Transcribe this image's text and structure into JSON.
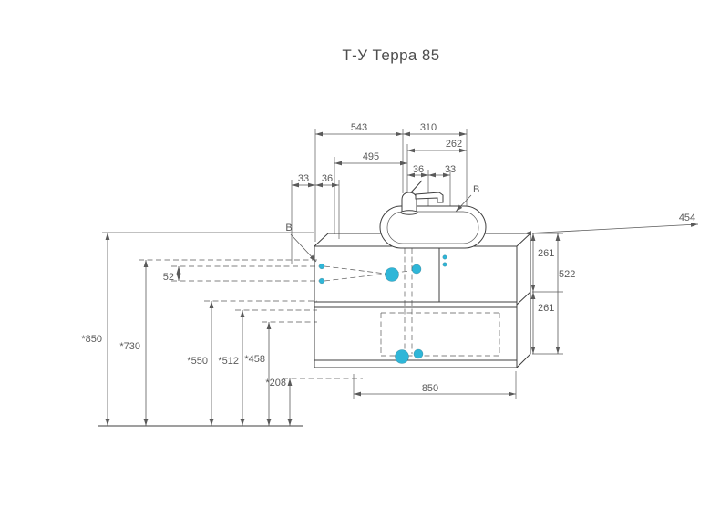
{
  "title": "Т-У Терра 85",
  "colors": {
    "accent": "#2fb6d8",
    "line": "#3f3f3f",
    "dim": "#5a5a5a"
  },
  "view_labels": {
    "left": "B",
    "right": "B"
  },
  "dims": {
    "w543": "543",
    "w310": "310",
    "w262": "262",
    "w495": "495",
    "f36": "36",
    "f33": "33",
    "l33": "33",
    "l36": "36",
    "depth454": "454",
    "r261a": "261",
    "r522": "522",
    "r261b": "261",
    "g52": "52",
    "h850": "*850",
    "h730": "*730",
    "h550": "*550",
    "h512": "*512",
    "h458": "*458",
    "h208": "*208",
    "w850": "850"
  }
}
